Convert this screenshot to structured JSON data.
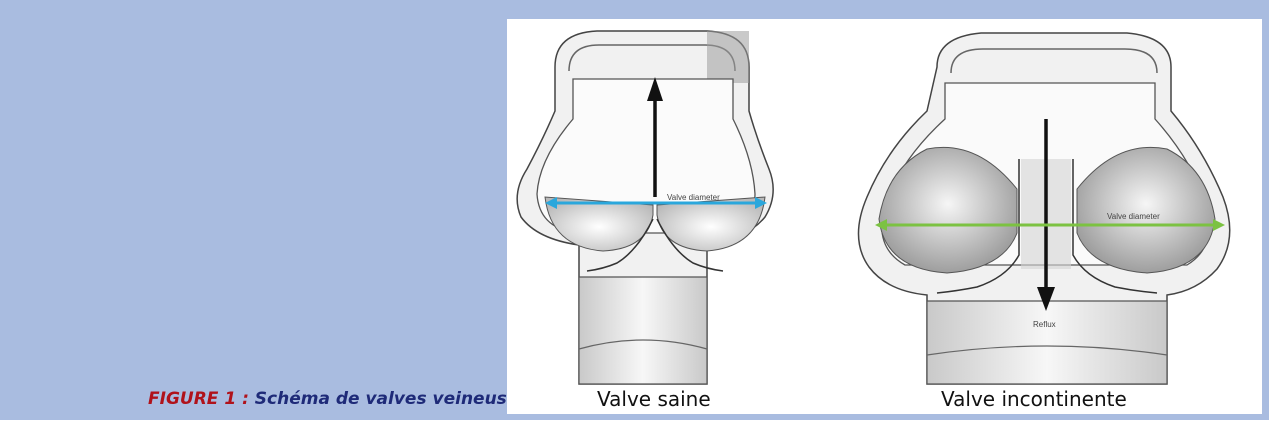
{
  "caption": {
    "label": "FIGURE 1 :",
    "text": "Schéma de valves veineuses."
  },
  "valves": [
    {
      "title": "Valve saine",
      "diameter_label": "Valve diameter",
      "arrow_direction": "up",
      "diameter_color": "#2aa7dc"
    },
    {
      "title": "Valve incontinente",
      "diameter_label": "Valve diameter",
      "flow_label": "Reflux",
      "arrow_direction": "down",
      "diameter_color": "#7cc242"
    }
  ],
  "colors": {
    "panel": "#a9bce0",
    "caption_label": "#b0121b",
    "caption_text": "#1e2a78"
  }
}
